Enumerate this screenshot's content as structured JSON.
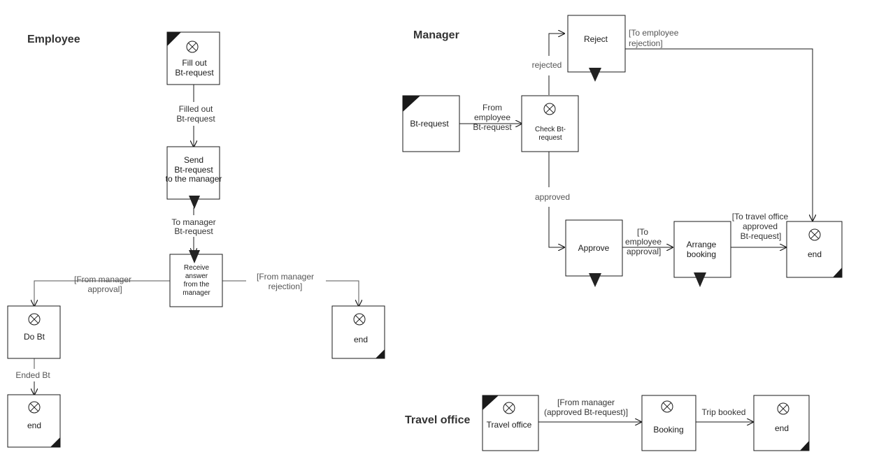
{
  "lanes": {
    "employee": "Employee",
    "manager": "Manager",
    "travel_office": "Travel office"
  },
  "nodes": {
    "fill_out": [
      "Fill out",
      "Bt-request"
    ],
    "send": [
      "Send",
      "Bt-request",
      "to the manager"
    ],
    "receive": [
      "Receive",
      "answer",
      "from the",
      "manager"
    ],
    "do_bt": [
      "Do Bt"
    ],
    "emp_end_left": [
      "end"
    ],
    "emp_end_right": [
      "end"
    ],
    "mgr_bt_request": [
      "Bt-request"
    ],
    "check": [
      "Check Bt-",
      "request"
    ],
    "reject": [
      "Reject"
    ],
    "approve": [
      "Approve"
    ],
    "arrange": [
      "Arrange",
      "booking"
    ],
    "mgr_end": [
      "end"
    ],
    "travel_office": [
      "Travel office"
    ],
    "booking": [
      "Booking"
    ],
    "to_end": [
      "end"
    ]
  },
  "edges": {
    "filled_out": [
      "Filled out",
      "Bt-request"
    ],
    "to_manager": [
      "To manager",
      "Bt-request"
    ],
    "from_mgr_approval": [
      "[From manager",
      "approval]"
    ],
    "from_mgr_rejection": [
      "[From manager",
      "rejection]"
    ],
    "ended_bt": [
      "Ended Bt"
    ],
    "from_employee": [
      "From",
      "employee",
      "Bt-request"
    ],
    "rejected": [
      "rejected"
    ],
    "approved": [
      "approved"
    ],
    "to_emp_rejection": [
      "[To employee",
      "rejection]"
    ],
    "to_emp_approval": [
      "[To",
      "employee",
      "approval]"
    ],
    "to_travel_office": [
      "[To travel office",
      "approved",
      "Bt-request]"
    ],
    "from_mgr_approved": [
      "[From manager",
      "(approved Bt-request)]"
    ],
    "trip_booked": [
      "Trip booked"
    ]
  }
}
